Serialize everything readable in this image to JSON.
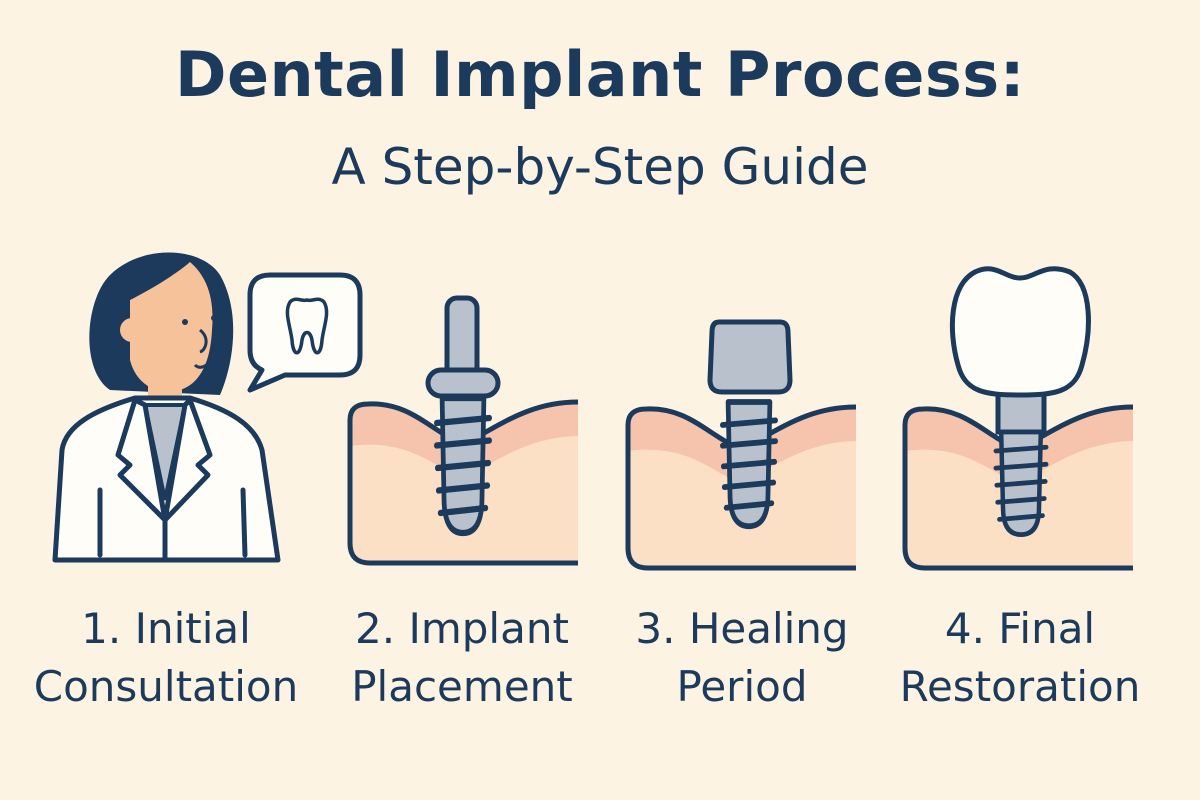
{
  "title": "Dental Implant Process:",
  "subtitle": "A Step-by-Step Guide",
  "steps": [
    {
      "line1": "1. Initial",
      "line2": "Consultation",
      "icon": "dentist-with-tooth-speech-bubble"
    },
    {
      "line1": "2. Implant",
      "line2": "Placement",
      "icon": "implant-post-in-gum"
    },
    {
      "line1": "3. Healing",
      "line2": "Period",
      "icon": "implant-abutment-in-gum"
    },
    {
      "line1": "4. Final",
      "line2": "Restoration",
      "icon": "implant-with-crown"
    }
  ],
  "colors": {
    "background": "#fdf3e3",
    "navy": "#1b3a5c",
    "gum": "#f6c3ac",
    "bone": "#fbe0c6",
    "metal": "#b9c2cc",
    "skin": "#f6c29a"
  }
}
